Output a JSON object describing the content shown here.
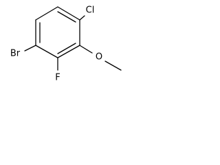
{
  "molecule": {
    "atoms": {
      "chlorine": "Cl",
      "bromine": "Br",
      "fluorine": "F",
      "oxygen": "O"
    }
  }
}
